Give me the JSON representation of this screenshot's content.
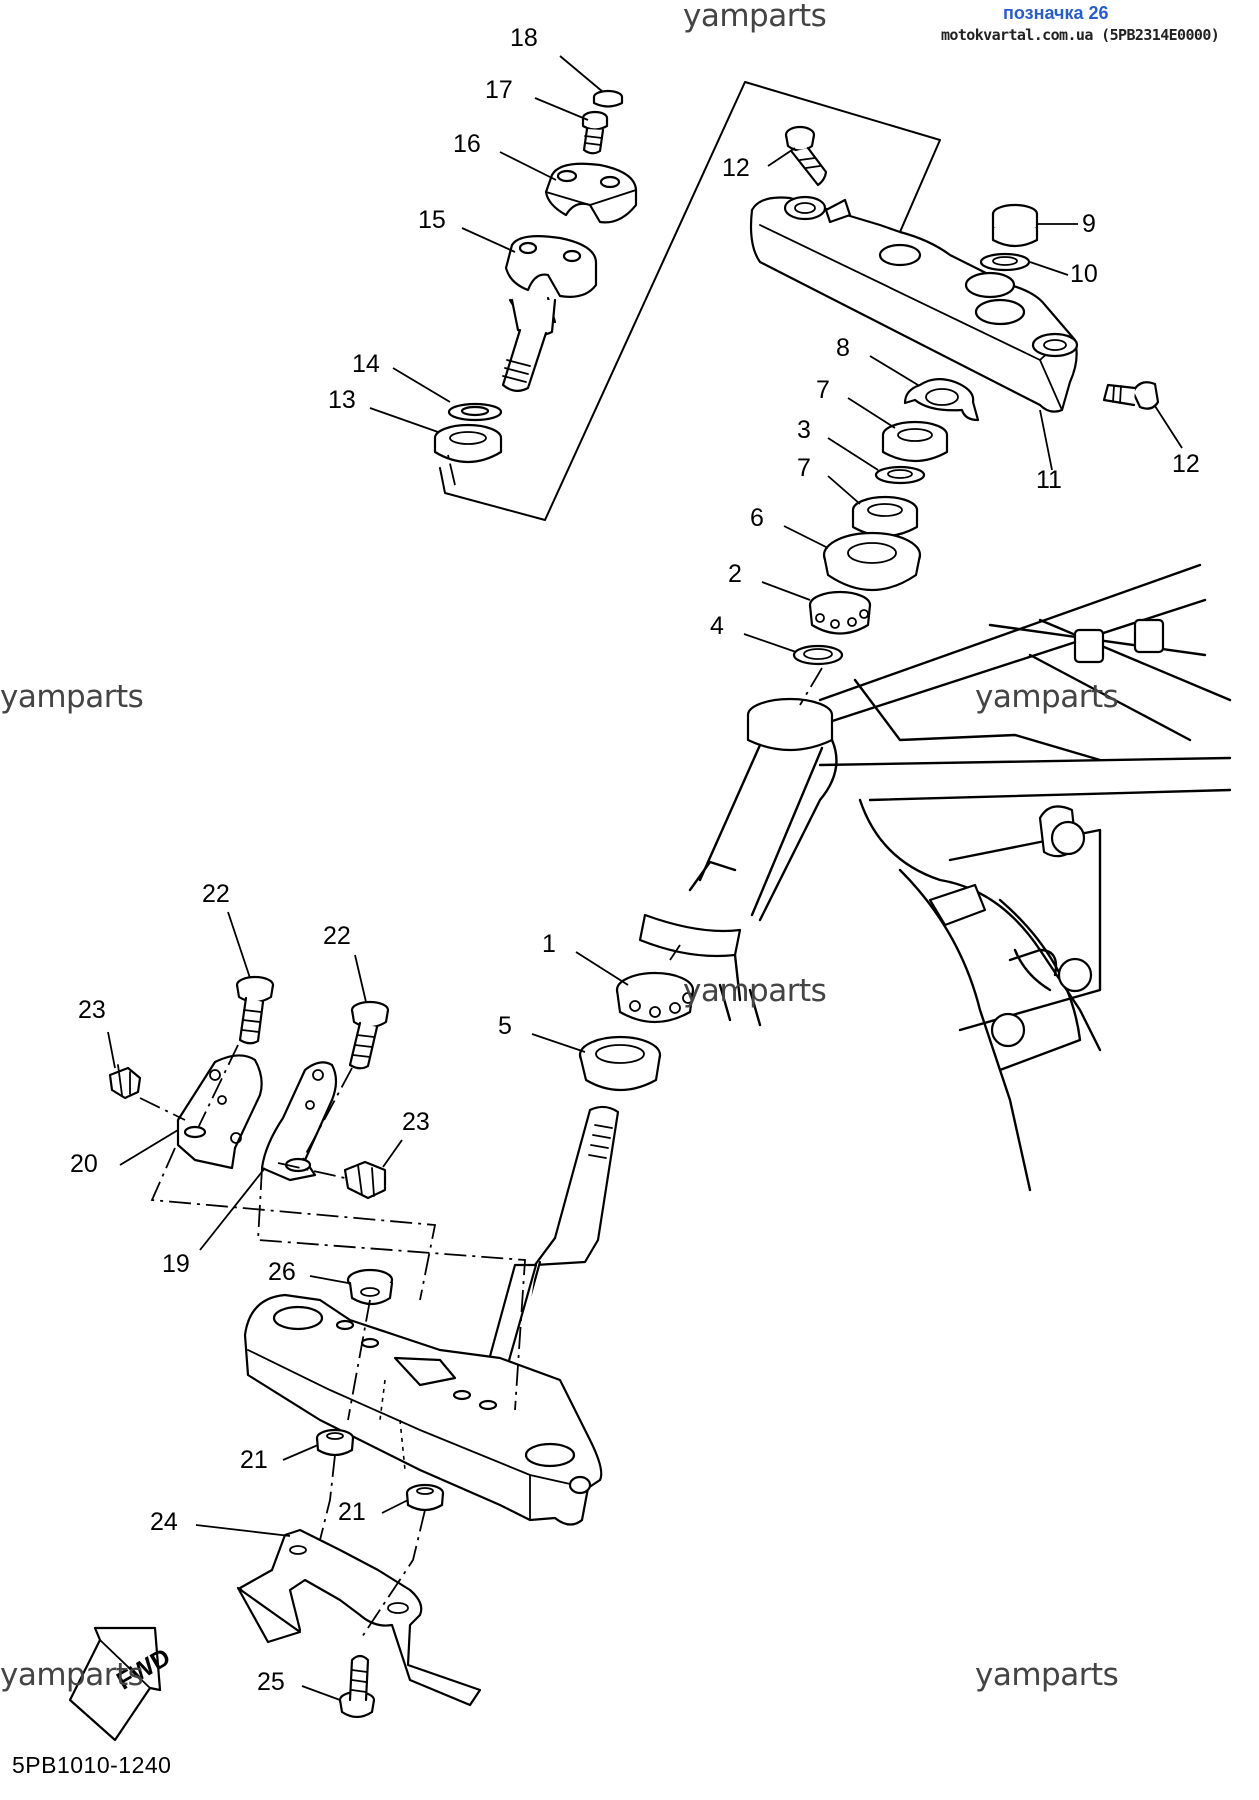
{
  "header": {
    "label_link": "позначка 26",
    "source": "motokvartal.com.ua (5PB2314E0000)"
  },
  "watermarks": [
    "yamparts",
    "yamparts",
    "yamparts",
    "yamparts",
    "yamparts",
    "yamparts"
  ],
  "diagram_code": "5PB1010-1240",
  "fwd_badge": "FWD",
  "callouts": [
    {
      "n": "18"
    },
    {
      "n": "17"
    },
    {
      "n": "16"
    },
    {
      "n": "15"
    },
    {
      "n": "14"
    },
    {
      "n": "13"
    },
    {
      "n": "12"
    },
    {
      "n": "9"
    },
    {
      "n": "10"
    },
    {
      "n": "8"
    },
    {
      "n": "12"
    },
    {
      "n": "7"
    },
    {
      "n": "3"
    },
    {
      "n": "11"
    },
    {
      "n": "7"
    },
    {
      "n": "6"
    },
    {
      "n": "2"
    },
    {
      "n": "4"
    },
    {
      "n": "22"
    },
    {
      "n": "22"
    },
    {
      "n": "23"
    },
    {
      "n": "1"
    },
    {
      "n": "5"
    },
    {
      "n": "23"
    },
    {
      "n": "20"
    },
    {
      "n": "19"
    },
    {
      "n": "26"
    },
    {
      "n": "21"
    },
    {
      "n": "21"
    },
    {
      "n": "24"
    },
    {
      "n": "25"
    }
  ]
}
